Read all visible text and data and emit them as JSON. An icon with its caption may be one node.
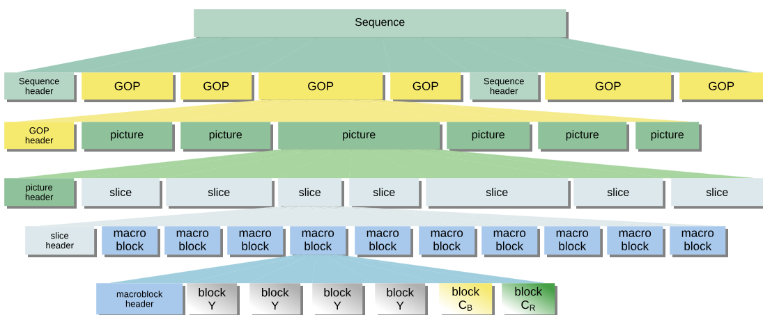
{
  "diagram": {
    "nodes": [
      {
        "text": [
          "Sequence"
        ]
      },
      {
        "text": [
          "Sequence header"
        ]
      },
      {
        "text": [
          "GOP"
        ]
      },
      {
        "text": [
          "GOP"
        ]
      },
      {
        "text": [
          "GOP"
        ]
      },
      {
        "text": [
          "GOP"
        ]
      },
      {
        "text": [
          "Sequence header"
        ]
      },
      {
        "text": [
          "GOP"
        ]
      },
      {
        "text": [
          "GOP"
        ]
      },
      {
        "text": [
          "GOP header"
        ]
      },
      {
        "text": [
          "picture"
        ]
      },
      {
        "text": [
          "picture"
        ]
      },
      {
        "text": [
          "picture"
        ]
      },
      {
        "text": [
          "picture"
        ]
      },
      {
        "text": [
          "picture"
        ]
      },
      {
        "text": [
          "picture"
        ]
      },
      {
        "text": [
          "picture header"
        ]
      },
      {
        "text": [
          "slice"
        ]
      },
      {
        "text": [
          "slice"
        ]
      },
      {
        "text": [
          "slice"
        ]
      },
      {
        "text": [
          "slice"
        ]
      },
      {
        "text": [
          "slice"
        ]
      },
      {
        "text": [
          "slice"
        ]
      },
      {
        "text": [
          "slice"
        ]
      },
      {
        "text": [
          "slice header"
        ]
      },
      {
        "text": [
          "macro block"
        ]
      },
      {
        "text": [
          "macro block"
        ]
      },
      {
        "text": [
          "macro block"
        ]
      },
      {
        "text": [
          "macro block"
        ]
      },
      {
        "text": [
          "macro block"
        ]
      },
      {
        "text": [
          "macro block"
        ]
      },
      {
        "text": [
          "macro block"
        ]
      },
      {
        "text": [
          "macro block"
        ]
      },
      {
        "text": [
          "macro block"
        ]
      },
      {
        "text": [
          "macro block"
        ]
      },
      {
        "text": [
          "macroblock header"
        ]
      },
      {
        "text": [
          "block Y"
        ]
      },
      {
        "text": [
          "block Y"
        ]
      },
      {
        "text": [
          "block Y"
        ]
      },
      {
        "text": [
          "block Y"
        ]
      },
      {
        "text": [
          "block C$_{B}$"
        ]
      },
      {
        "text": [
          "block C$_{R}$"
        ]
      }
    ],
    "edges": [
      {
        "from": 0,
        "to": 1,
        "arrow": "none",
        "color": "#9cc9b8"
      },
      {
        "from": 0,
        "to": 2,
        "arrow": "none",
        "color": "#9cc9b8"
      },
      {
        "from": 0,
        "to": 3,
        "arrow": "none",
        "color": "#9cc9b8"
      },
      {
        "from": 0,
        "to": 4,
        "arrow": "none",
        "color": "#9cc9b8"
      },
      {
        "from": 0,
        "to": 5,
        "arrow": "none",
        "color": "#9cc9b8"
      },
      {
        "from": 0,
        "to": 6,
        "arrow": "none",
        "color": "#9cc9b8"
      },
      {
        "from": 0,
        "to": 7,
        "arrow": "none",
        "color": "#9cc9b8"
      },
      {
        "from": 0,
        "to": 8,
        "arrow": "none",
        "color": "#9cc9b8"
      },
      {
        "from": 4,
        "to": 9,
        "arrow": "none",
        "color": "#f5eb8c"
      },
      {
        "from": 4,
        "to": 10,
        "arrow": "none",
        "color": "#f5eb8c"
      },
      {
        "from": 4,
        "to": 11,
        "arrow": "none",
        "color": "#f5eb8c"
      },
      {
        "from": 4,
        "to": 12,
        "arrow": "none",
        "color": "#f5eb8c"
      },
      {
        "from": 4,
        "to": 13,
        "arrow": "none",
        "color": "#f5eb8c"
      },
      {
        "from": 4,
        "to": 14,
        "arrow": "none",
        "color": "#f5eb8c"
      },
      {
        "from": 4,
        "to": 15,
        "arrow": "none",
        "color": "#f5eb8c"
      },
      {
        "from": 12,
        "to": 16,
        "arrow": "none",
        "color": "#a8d5a0"
      },
      {
        "from": 12,
        "to": 17,
        "arrow": "none",
        "color": "#a8d5a0"
      },
      {
        "from": 12,
        "to": 18,
        "arrow": "none",
        "color": "#a8d5a0"
      },
      {
        "from": 12,
        "to": 19,
        "arrow": "none",
        "color": "#a8d5a0"
      },
      {
        "from": 12,
        "to": 20,
        "arrow": "none",
        "color": "#a8d5a0"
      },
      {
        "from": 12,
        "to": 21,
        "arrow": "none",
        "color": "#a8d5a0"
      },
      {
        "from": 12,
        "to": 22,
        "arrow": "none",
        "color": "#a8d5a0"
      },
      {
        "from": 12,
        "to": 23,
        "arrow": "none",
        "color": "#a8d5a0"
      },
      {
        "from": 19,
        "to": 24,
        "arrow": "none",
        "color": "#e0e9eb"
      },
      {
        "from": 19,
        "to": 25,
        "arrow": "none",
        "color": "#e0e9eb"
      },
      {
        "from": 19,
        "to": 26,
        "arrow": "none",
        "color": "#e0e9eb"
      },
      {
        "from": 19,
        "to": 27,
        "arrow": "none",
        "color": "#e0e9eb"
      },
      {
        "from": 19,
        "to": 28,
        "arrow": "none",
        "color": "#e0e9eb"
      },
      {
        "from": 19,
        "to": 29,
        "arrow": "none",
        "color": "#e0e9eb"
      },
      {
        "from": 19,
        "to": 30,
        "arrow": "none",
        "color": "#e0e9eb"
      },
      {
        "from": 19,
        "to": 31,
        "arrow": "none",
        "color": "#e0e9eb"
      },
      {
        "from": 19,
        "to": 32,
        "arrow": "none",
        "color": "#e0e9eb"
      },
      {
        "from": 19,
        "to": 33,
        "arrow": "none",
        "color": "#e0e9eb"
      },
      {
        "from": 19,
        "to": 34,
        "arrow": "none",
        "color": "#e0e9eb"
      },
      {
        "from": 28,
        "to": 35,
        "arrow": "none",
        "color": "#a0cede"
      },
      {
        "from": 28,
        "to": 36,
        "arrow": "none",
        "color": "#a0cede"
      },
      {
        "from": 28,
        "to": 37,
        "arrow": "none",
        "color": "#a0cede"
      },
      {
        "from": 28,
        "to": 38,
        "arrow": "none",
        "color": "#a0cede"
      },
      {
        "from": 28,
        "to": 39,
        "arrow": "none",
        "color": "#a0cede"
      },
      {
        "from": 28,
        "to": 40,
        "arrow": "none",
        "color": "#a0cede"
      },
      {
        "from": 28,
        "to": 41,
        "arrow": "none",
        "color": "#a0cede"
      }
    ]
  }
}
